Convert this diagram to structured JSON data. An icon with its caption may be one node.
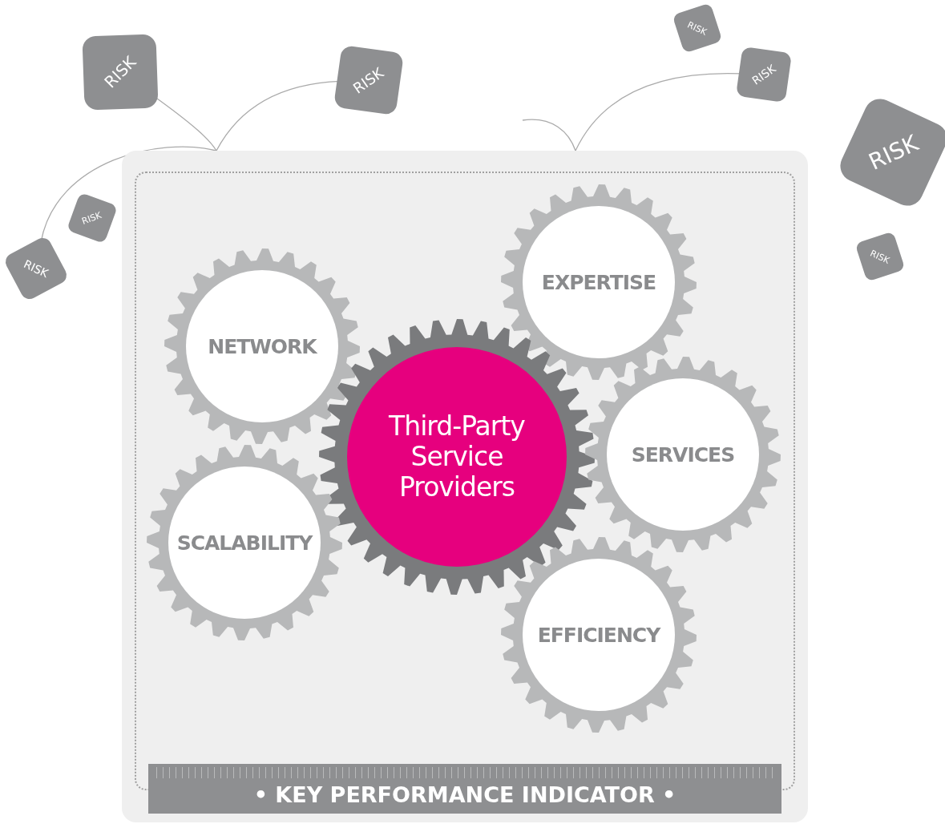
{
  "diagram": {
    "nodes": [
      {
        "text": [],
        "shape": "box"
      },
      {
        "text": [
          "NETWORK"
        ],
        "in": 0
      },
      {
        "text": [
          "EXPERTISE"
        ],
        "in": 0
      },
      {
        "text": [
          "Third-Party Service Providers"
        ],
        "in": 0
      },
      {
        "text": [
          "SERVICES"
        ],
        "in": 0
      },
      {
        "text": [
          "SCALABILITY"
        ],
        "in": 0
      },
      {
        "text": [
          "EFFICIENCY"
        ],
        "in": 0
      },
      {
        "text": [
          "• KEY PERFORMANCE INDICATOR •"
        ],
        "in": 0
      },
      {
        "text": [
          "RISK"
        ]
      },
      {
        "text": [
          "RISK"
        ]
      },
      {
        "text": [
          "RISK"
        ]
      },
      {
        "text": [
          "RISK"
        ]
      },
      {
        "text": [
          "RISK"
        ]
      },
      {
        "text": [
          "RISK"
        ]
      },
      {
        "text": [
          "RISK"
        ]
      },
      {
        "text": [
          "RISK"
        ]
      }
    ],
    "edges": [
      {
        "from": 9,
        "to": 0,
        "arrow": "none"
      },
      {
        "from": 11,
        "to": 0,
        "arrow": "none"
      },
      {
        "from": 15,
        "to": 0,
        "arrow": "none"
      },
      {
        "from": 10,
        "to": 0,
        "arrow": "none"
      },
      {
        "from": null,
        "to": 0,
        "arrow": "none"
      }
    ]
  }
}
